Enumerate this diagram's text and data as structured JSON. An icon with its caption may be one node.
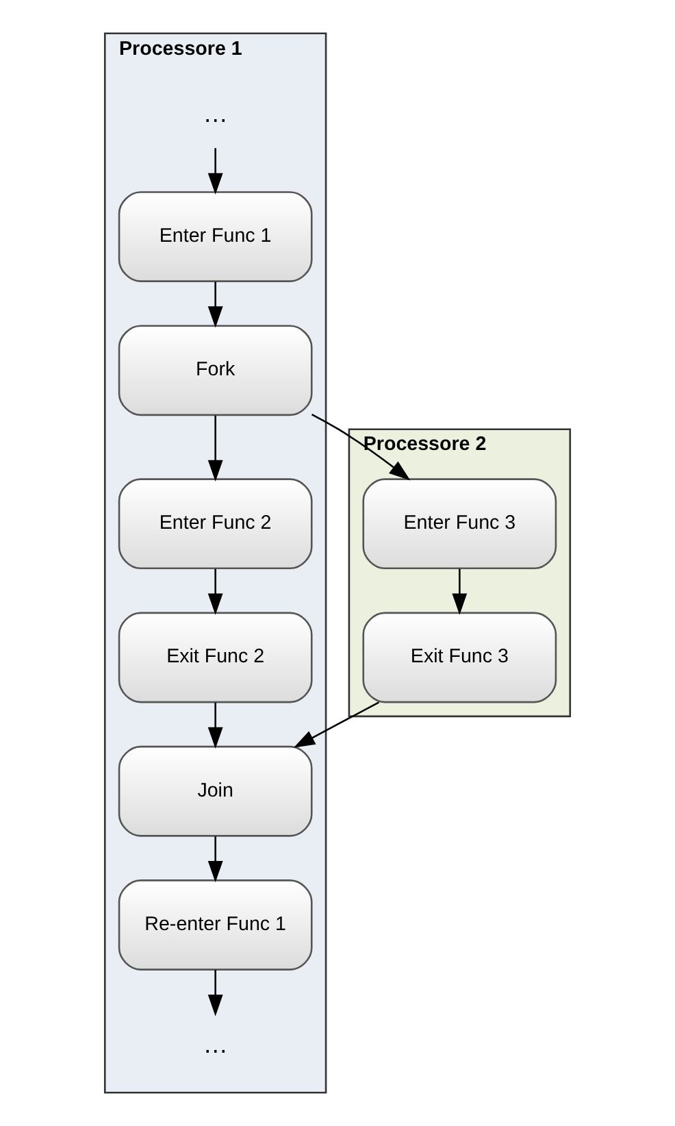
{
  "diagram": {
    "nodes": [
      {
        "text": [
          "Processore 1"
        ]
      },
      {
        "text": [
          "…"
        ],
        "in": 0
      },
      {
        "text": [
          "Enter Func 1"
        ],
        "in": 0
      },
      {
        "text": [
          "Fork"
        ],
        "in": 0
      },
      {
        "text": [
          "Enter Func 2"
        ],
        "in": 0
      },
      {
        "text": [
          "Exit Func 2"
        ],
        "in": 0
      },
      {
        "text": [
          "Join"
        ],
        "in": 0
      },
      {
        "text": [
          "Re-enter Func 1"
        ],
        "in": 0
      },
      {
        "text": [
          "…"
        ],
        "in": 0
      },
      {
        "text": [
          "Processore 2"
        ]
      },
      {
        "text": [
          "Enter Func 3"
        ],
        "in": 9
      },
      {
        "text": [
          "Exit Func 3"
        ],
        "in": 9
      }
    ],
    "edges": [
      {
        "from": 1,
        "to": 2,
        "arrow": "to"
      },
      {
        "from": 2,
        "to": 3,
        "arrow": "to"
      },
      {
        "from": 3,
        "to": 4,
        "arrow": "to"
      },
      {
        "from": 3,
        "to": 10,
        "arrow": "to"
      },
      {
        "from": 4,
        "to": 5,
        "arrow": "to"
      },
      {
        "from": 5,
        "to": 6,
        "arrow": "to"
      },
      {
        "from": 11,
        "to": 6,
        "arrow": "to"
      },
      {
        "from": 10,
        "to": 11,
        "arrow": "to"
      },
      {
        "from": 6,
        "to": 7,
        "arrow": "to"
      },
      {
        "from": 7,
        "to": 8,
        "arrow": "to"
      }
    ]
  }
}
